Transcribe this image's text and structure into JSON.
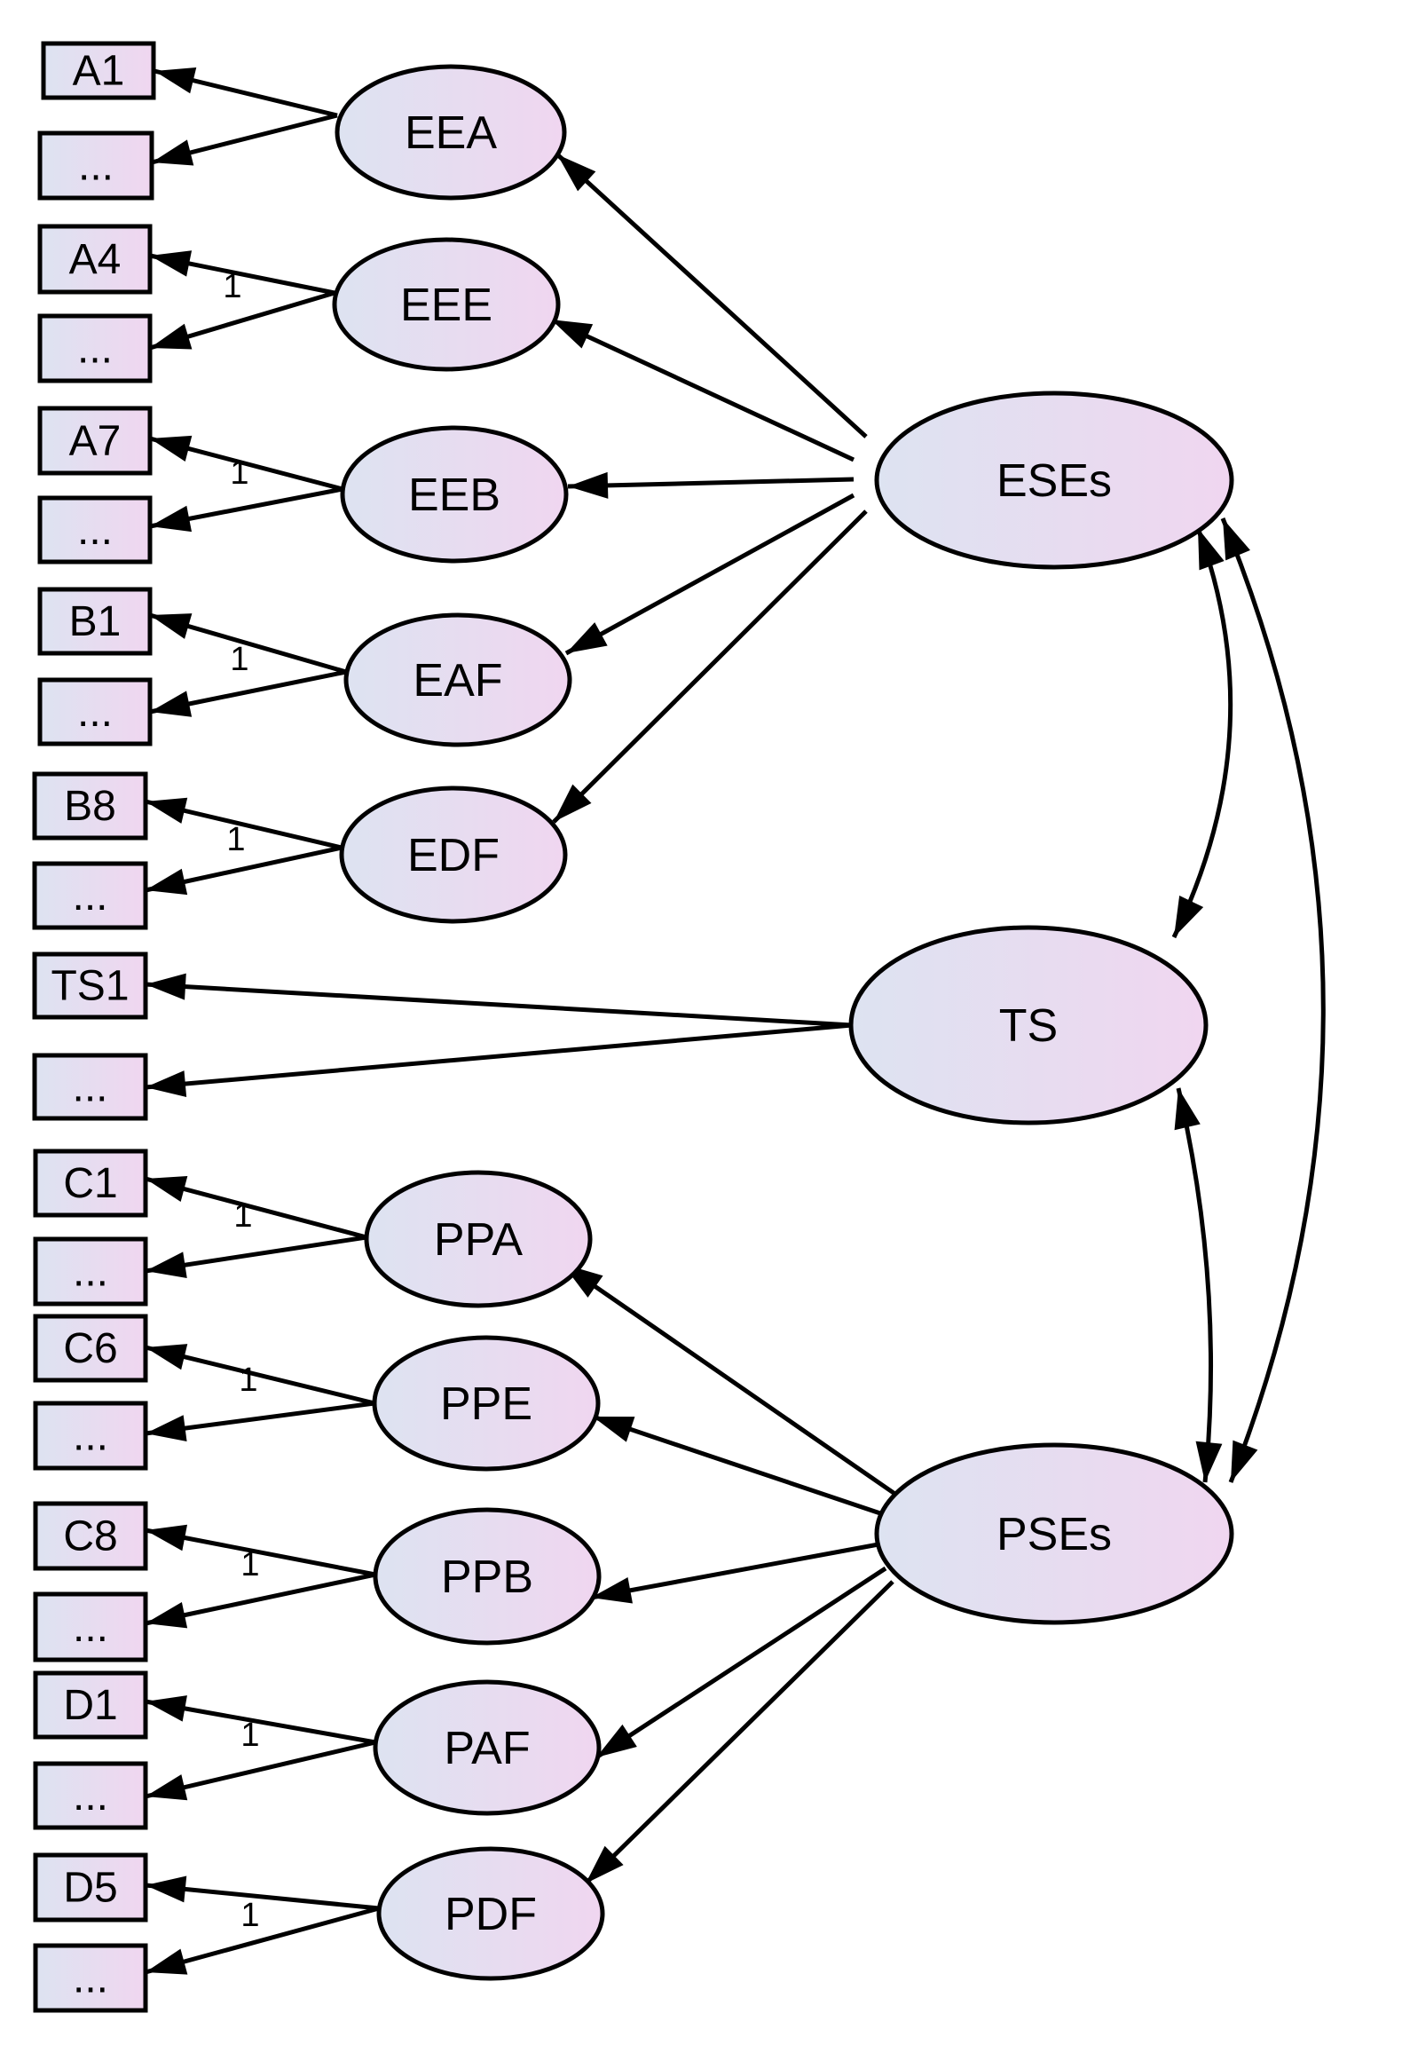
{
  "colors": {
    "box_fill_start": "#dde3f1",
    "box_fill_end": "#f0d6f0",
    "stroke": "#000000",
    "background": "#ffffff"
  },
  "indicators": [
    {
      "id": "A1",
      "label": "A1"
    },
    {
      "id": "a_etc",
      "label": "..."
    },
    {
      "id": "A4",
      "label": "A4"
    },
    {
      "id": "eee_etc",
      "label": "..."
    },
    {
      "id": "A7",
      "label": "A7"
    },
    {
      "id": "eeb_etc",
      "label": "..."
    },
    {
      "id": "B1",
      "label": "B1"
    },
    {
      "id": "eaf_etc",
      "label": "..."
    },
    {
      "id": "B8",
      "label": "B8"
    },
    {
      "id": "edf_etc",
      "label": "..."
    },
    {
      "id": "TS1",
      "label": "TS1"
    },
    {
      "id": "ts_etc",
      "label": "..."
    },
    {
      "id": "C1",
      "label": "C1"
    },
    {
      "id": "ppa_etc",
      "label": "..."
    },
    {
      "id": "C6",
      "label": "C6"
    },
    {
      "id": "ppe_etc",
      "label": "..."
    },
    {
      "id": "C8",
      "label": "C8"
    },
    {
      "id": "ppb_etc",
      "label": "..."
    },
    {
      "id": "D1",
      "label": "D1"
    },
    {
      "id": "paf_etc",
      "label": "..."
    },
    {
      "id": "D5",
      "label": "D5"
    },
    {
      "id": "pdf_etc",
      "label": "..."
    }
  ],
  "latents": [
    {
      "id": "EEA",
      "label": "EEA"
    },
    {
      "id": "EEE",
      "label": "EEE"
    },
    {
      "id": "EEB",
      "label": "EEB"
    },
    {
      "id": "EAF",
      "label": "EAF"
    },
    {
      "id": "EDF",
      "label": "EDF"
    },
    {
      "id": "PPA",
      "label": "PPA"
    },
    {
      "id": "PPE",
      "label": "PPE"
    },
    {
      "id": "PPB",
      "label": "PPB"
    },
    {
      "id": "PAF",
      "label": "PAF"
    },
    {
      "id": "PDF",
      "label": "PDF"
    },
    {
      "id": "ESEs",
      "label": "ESEs"
    },
    {
      "id": "TS",
      "label": "TS"
    },
    {
      "id": "PSEs",
      "label": "PSEs"
    }
  ],
  "loadings": [
    {
      "from": "EEA",
      "to": "A1",
      "weight": ""
    },
    {
      "from": "EEA",
      "to": "a_etc",
      "weight": ""
    },
    {
      "from": "EEE",
      "to": "A4",
      "weight": "1"
    },
    {
      "from": "EEE",
      "to": "eee_etc",
      "weight": ""
    },
    {
      "from": "EEB",
      "to": "A7",
      "weight": "1"
    },
    {
      "from": "EEB",
      "to": "eeb_etc",
      "weight": ""
    },
    {
      "from": "EAF",
      "to": "B1",
      "weight": "1"
    },
    {
      "from": "EAF",
      "to": "eaf_etc",
      "weight": ""
    },
    {
      "from": "EDF",
      "to": "B8",
      "weight": "1"
    },
    {
      "from": "EDF",
      "to": "edf_etc",
      "weight": ""
    },
    {
      "from": "TS",
      "to": "TS1",
      "weight": ""
    },
    {
      "from": "TS",
      "to": "ts_etc",
      "weight": ""
    },
    {
      "from": "PPA",
      "to": "C1",
      "weight": "1"
    },
    {
      "from": "PPA",
      "to": "ppa_etc",
      "weight": ""
    },
    {
      "from": "PPE",
      "to": "C6",
      "weight": "1"
    },
    {
      "from": "PPE",
      "to": "ppe_etc",
      "weight": ""
    },
    {
      "from": "PPB",
      "to": "C8",
      "weight": "1"
    },
    {
      "from": "PPB",
      "to": "ppb_etc",
      "weight": ""
    },
    {
      "from": "PAF",
      "to": "D1",
      "weight": "1"
    },
    {
      "from": "PAF",
      "to": "paf_etc",
      "weight": ""
    },
    {
      "from": "PDF",
      "to": "D5",
      "weight": "1"
    },
    {
      "from": "PDF",
      "to": "pdf_etc",
      "weight": ""
    }
  ],
  "structural_paths": [
    {
      "from": "ESEs",
      "to": "EEA"
    },
    {
      "from": "ESEs",
      "to": "EEE"
    },
    {
      "from": "ESEs",
      "to": "EEB"
    },
    {
      "from": "ESEs",
      "to": "EAF"
    },
    {
      "from": "ESEs",
      "to": "EDF"
    },
    {
      "from": "PSEs",
      "to": "PPA"
    },
    {
      "from": "PSEs",
      "to": "PPE"
    },
    {
      "from": "PSEs",
      "to": "PPB"
    },
    {
      "from": "PSEs",
      "to": "PAF"
    },
    {
      "from": "PSEs",
      "to": "PDF"
    }
  ],
  "covariances": [
    {
      "a": "ESEs",
      "b": "TS"
    },
    {
      "a": "TS",
      "b": "PSEs"
    },
    {
      "a": "ESEs",
      "b": "PSEs"
    }
  ]
}
